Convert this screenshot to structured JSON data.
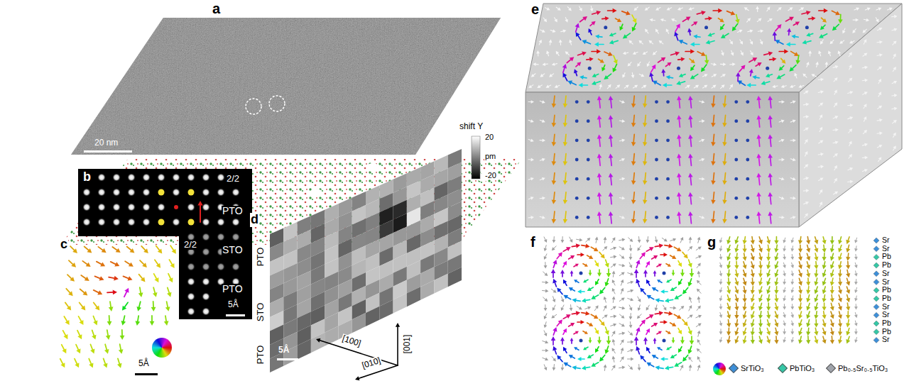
{
  "diagram": {
    "labels": [
      "a",
      "20 nm",
      "b",
      "2/2",
      "PTO",
      "STO",
      "PTO",
      "5Å",
      "2/2",
      "c",
      "5Å",
      "d",
      "shift Y",
      "20",
      "pm",
      "-20",
      "PTO",
      "STO",
      "PTO",
      "5Å",
      "[001]",
      "[100]",
      "[010]",
      "e",
      "f",
      "g",
      "Sr",
      "Sr",
      "Pb",
      "Pb",
      "Sr",
      "Sr",
      "Pb",
      "Pb",
      "Sr",
      "Sr",
      "Pb",
      "Pb",
      "Sr"
    ],
    "legend": [
      {
        "text": "SrTiO₃",
        "color": "#3d8fd8"
      },
      {
        "text": "PbTiO₃",
        "color": "#35c7a6"
      },
      {
        "text": "Pb₀.₅Sr₀.₅TiO₃",
        "color": "#a0a4ab"
      }
    ]
  }
}
